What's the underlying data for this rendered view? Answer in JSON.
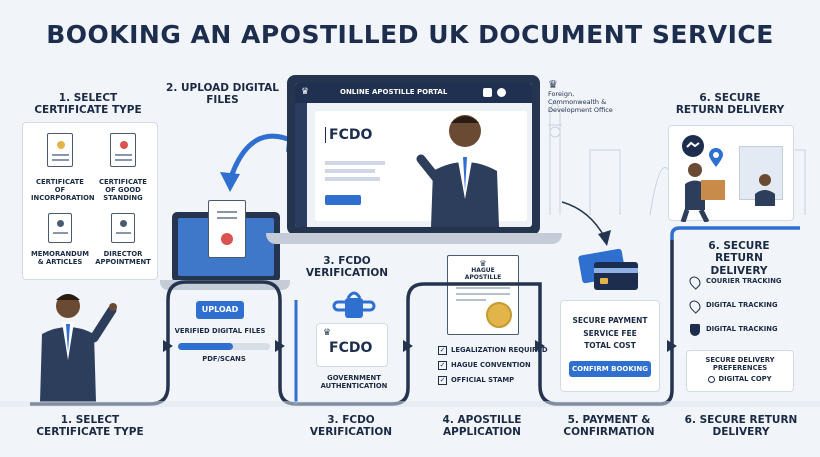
{
  "title": "BOOKING AN APOSTILLED UK DOCUMENT SERVICE",
  "steps_top": {
    "step1": "1. SELECT CERTIFICATE TYPE",
    "step2": "2. UPLOAD DIGITAL FILES",
    "step3": "3. FCDO VERIFICATION",
    "step6a": "6. SECURE RETURN DELIVERY",
    "step6b": "6. SECURE RETURN DELIVERY"
  },
  "certificates": [
    {
      "label": "CERTIFICATE OF INCORPORATION"
    },
    {
      "label": "CERTIFICATE OF GOOD STANDING"
    },
    {
      "label": "MEMORANDUM & ARTICLES"
    },
    {
      "label": "DIRECTOR APPOINTMENT"
    }
  ],
  "portal": {
    "title": "ONLINE APOSTILLE PORTAL",
    "logo": "FCDO"
  },
  "fcdo_header": "Foreign, Commonwealth & Development Office",
  "upload": {
    "button": "UPLOAD",
    "verified": "VERIFIED DIGITAL FILES",
    "format": "PDF/SCANS"
  },
  "verification": {
    "logo": "FCDO",
    "caption": "GOVERNMENT AUTHENTICATION"
  },
  "apostille": {
    "doc_title": "HAGUE APOSTILLE",
    "checks": [
      "LEGALIZATION REQUIRED",
      "HAGUE CONVENTION",
      "OFFICIAL STAMP"
    ]
  },
  "payment": {
    "lines": [
      "SECURE PAYMENT",
      "SERVICE FEE",
      "TOTAL COST"
    ],
    "button": "CONFIRM BOOKING"
  },
  "delivery": {
    "items": [
      {
        "icon": "location-pin-icon",
        "label": "COURIER TRACKING"
      },
      {
        "icon": "location-pin-icon",
        "label": "DIGITAL TRACKING"
      },
      {
        "icon": "shield-icon",
        "label": "DIGITAL TRACKING"
      }
    ],
    "prefs_title": "SECURE DELIVERY PREFERENCES",
    "prefs_option": "DIGITAL COPY"
  },
  "steps_bottom": [
    "1. SELECT CERTIFICATE TYPE",
    "3. FCDO VERIFICATION",
    "4. APOSTILLE APPLICATION",
    "5. PAYMENT & CONFIRMATION",
    "6. SECURE RETURN DELIVERY"
  ],
  "colors": {
    "navy": "#1c2d4d",
    "accent": "#2f6fd0",
    "path": "#24344f",
    "background": "#f1f4f8"
  }
}
